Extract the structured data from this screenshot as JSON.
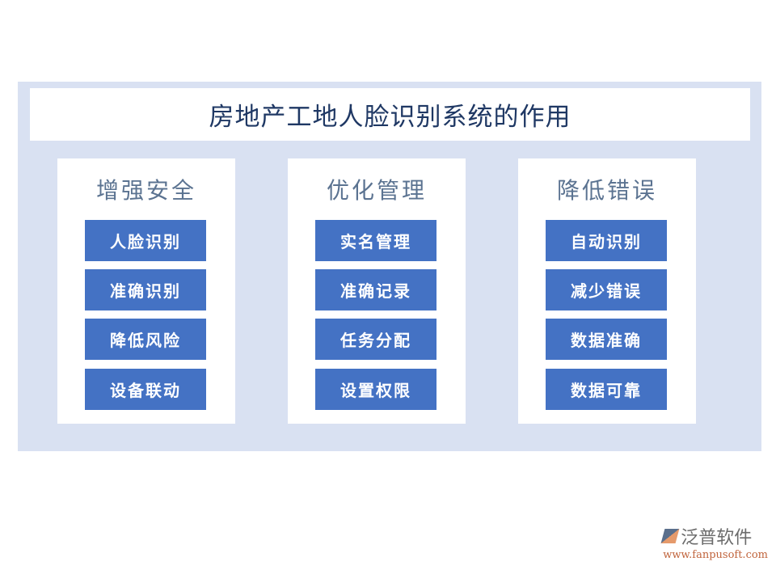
{
  "title": "房地产工地人脸识别系统的作用",
  "panels": [
    {
      "title": "增强安全",
      "items": [
        "人脸识别",
        "准确识别",
        "降低风险",
        "设备联动"
      ]
    },
    {
      "title": "优化管理",
      "items": [
        "实名管理",
        "准确记录",
        "任务分配",
        "设置权限"
      ]
    },
    {
      "title": "降低错误",
      "items": [
        "自动识别",
        "减少错误",
        "数据准确",
        "数据可靠"
      ]
    }
  ],
  "watermark": {
    "name": "泛普软件",
    "url": "www.fanpusoft.com"
  },
  "colors": {
    "background": "#d9e1f2",
    "button": "#4472c4",
    "title": "#1f3864"
  }
}
